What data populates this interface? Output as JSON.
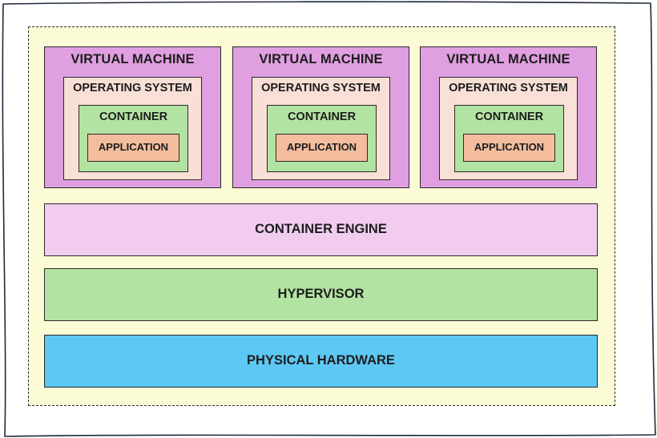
{
  "diagram": {
    "virtual_machines": [
      {
        "title": "VIRTUAL MACHINE",
        "os_title": "OPERATING SYSTEM",
        "container_title": "CONTAINER",
        "app_label": "APPLICATION"
      },
      {
        "title": "VIRTUAL MACHINE",
        "os_title": "OPERATING SYSTEM",
        "container_title": "CONTAINER",
        "app_label": "APPLICATION"
      },
      {
        "title": "VIRTUAL MACHINE",
        "os_title": "OPERATING SYSTEM",
        "container_title": "CONTAINER",
        "app_label": "APPLICATION"
      }
    ],
    "layers": {
      "container_engine": "CONTAINER ENGINE",
      "hypervisor": "HYPERVISOR",
      "physical_hardware": "PHYSICAL HARDWARE"
    }
  },
  "colors": {
    "canvas_background": "#fbfbd6",
    "virtual_machine": "#e09fe0",
    "operating_system": "#f9e0d6",
    "container": "#b3e3a2",
    "application": "#f3bd9e",
    "container_engine": "#f1ccef",
    "hypervisor": "#b3e3a2",
    "physical_hardware": "#5cc8f3"
  }
}
